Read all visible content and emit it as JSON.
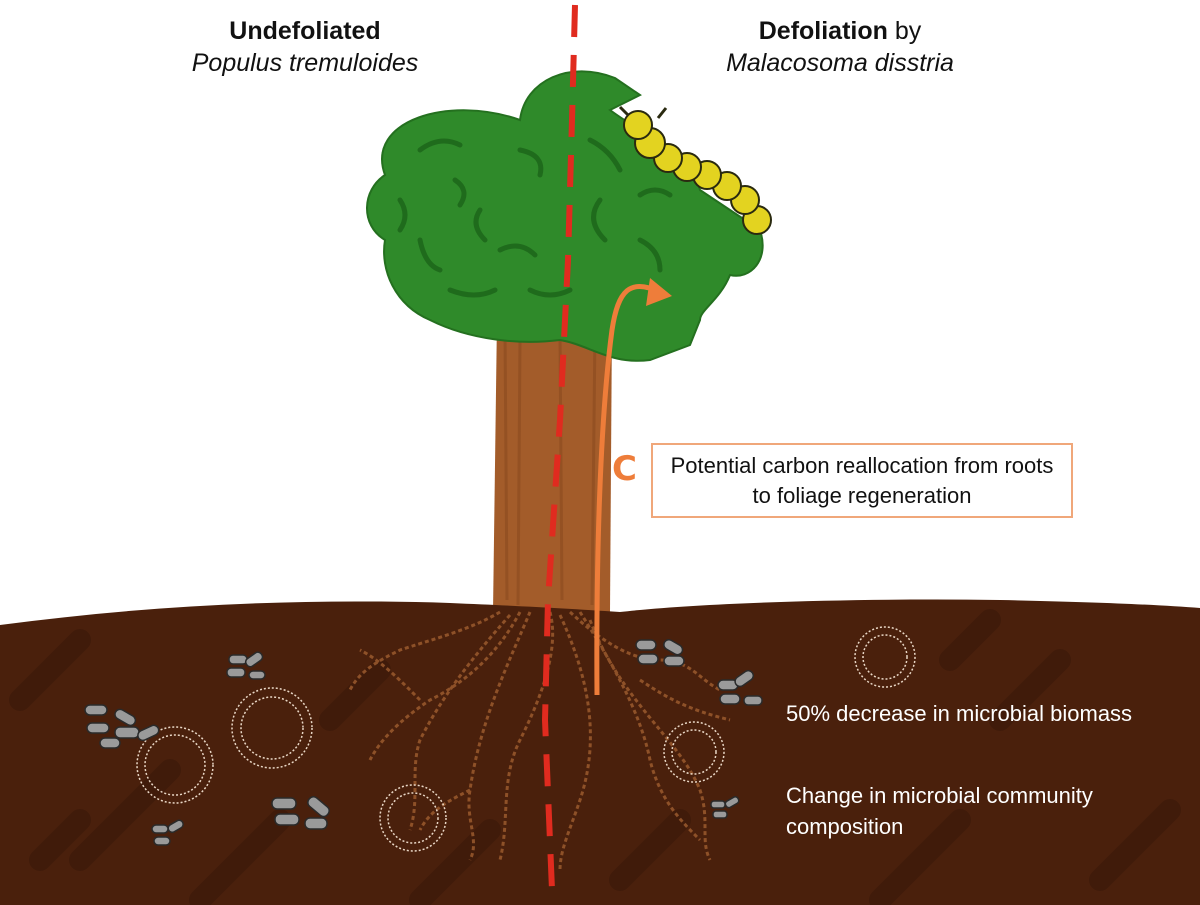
{
  "header_left": {
    "title": "Undefoliated",
    "species": "Populus tremuloides"
  },
  "header_right": {
    "title": "Defoliation",
    "by": "by",
    "species": "Malacosoma disstria"
  },
  "carbon_symbol": "C",
  "callout_text": "Potential carbon reallocation from roots to foliage regeneration",
  "soil_effects": [
    "50% decrease in microbial biomass",
    "Change in microbial community composition"
  ],
  "colors": {
    "soil": "#4a200c",
    "trunk": "#a35c2a",
    "canopy": "#2f8a2a",
    "divider": "#e02b1f",
    "arrow": "#ee7d3a",
    "caterpillar": "#e3d320"
  }
}
